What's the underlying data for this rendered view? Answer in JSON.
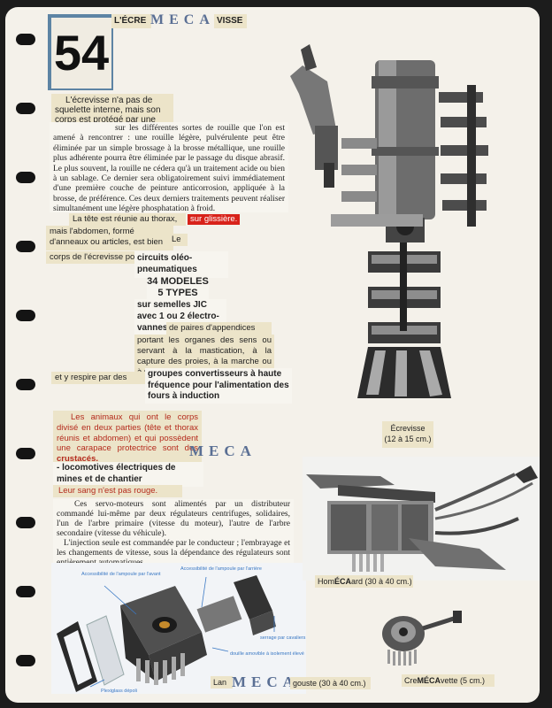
{
  "header": {
    "number": "54",
    "title_left": "L'ÉCRE",
    "title_meca": "MECA",
    "title_right": "VISSE"
  },
  "intro": "L'écrevisse n'a pas de squelette interne, mais son corps est protégé par une carapace",
  "rust_text": "sur les différentes sortes de rouille que l'on est amené à rencontrer : une rouille légère, pulvérulente peut être éliminée par un simple brossage à la brosse métallique, une rouille plus adhérente pourra être éliminée par le passage du disque abrasif. Le plus souvent, la rouille ne cédera qu'à un traitement acide ou bien à un sablage. Ce dernier sera obligatoirement suivi immédiatement d'une première couche de peinture anticorrosion, appliquée à la brosse, de préférence. Ces deux derniers traitements peuvent réaliser simultanément une légère phosphatation à froid.",
  "head_text": "La tête est réunie au thorax,",
  "glissiere": "sur glissière.",
  "abdomen_text": "mais l'abdomen, formé d'anneaux ou articles, est bien",
  "le_text": "Le",
  "corps_text": "corps de l'écrevisse possède une",
  "circuits_text": "circuits oléo-pneumatiques",
  "models_line1": "34 MODELES",
  "models_line2": "5 TYPES",
  "jic_text": "sur semelles JIC avec 1 ou 2 électro-",
  "vannes_text": "vannes",
  "pairs_text": "de paires d'appendices",
  "organs_text": "portant les organes des sens ou servant à la mastication, à la capture des proies, à la marche ou à retenir les œufs.",
  "respire_text": "et y respire par des",
  "groupes_text": "groupes convertisseurs à haute fréquence pour l'alimentation des fours à induction",
  "animals_text": "Les animaux qui ont le corps divisé en deux parties (tête et thorax réunis et abdomen) et qui possèdent une carapace protectrice sont des",
  "crustaces": "crustacés.",
  "meca_mid": "MECA",
  "loco_text": "- locomotives électriques de mines et de chantier",
  "sang_text": "Leur sang n'est pas rouge.",
  "servo_text": "Ces servo-moteurs sont alimentés par un distributeur commandé lui-même par deux régulateurs centrifuges, solidaires, l'un de l'arbre primaire (vitesse du moteur), l'autre de l'arbre secondaire (vitesse du véhicule).",
  "injection_text": "L'injection seule est commandée par le conducteur ; l'embrayage et les changements de vitesse, sous la dépendance des régulateurs sont entièrement automatiques.",
  "diagram_labels": {
    "avant": "Accessibilité de l'ampoule par l'avant",
    "arriere": "Accessibilité de l'ampoule par l'arrière",
    "serrage": "serrage par cavaliers",
    "douille": "douille amovible à isolement élevé",
    "plexiglass": "Plexiglass dépoli"
  },
  "captions": {
    "ecrevisse": "Écrevisse",
    "ecrevisse_size": "(12 à 15 cm.)",
    "homard_left": "Hom",
    "homard_meca": "ÉCA",
    "homard_right": "ard (30 à 40 cm.)",
    "lan_left": "Lan",
    "lan_meca": "MECA",
    "lan_right": "gouste (30 à 40 cm.)",
    "crev_left": "Cre",
    "crev_meca": "MÉCA",
    "crev_right": "vette (5 cm.)"
  },
  "colors": {
    "page": "#f4f1ea",
    "clip": "#ece4c9",
    "accent_blue": "#5d84a4",
    "red_text": "#b42a1c",
    "glissiere_bg": "#d8221a",
    "diagram_label": "#3a78c4"
  }
}
